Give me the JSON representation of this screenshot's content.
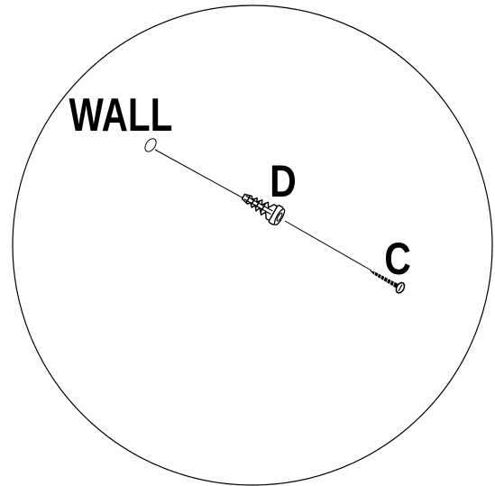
{
  "labels": {
    "wall": "WALL",
    "anchor": "D",
    "screw": "C"
  },
  "colors": {
    "stroke": "#000000",
    "background": "#ffffff"
  }
}
